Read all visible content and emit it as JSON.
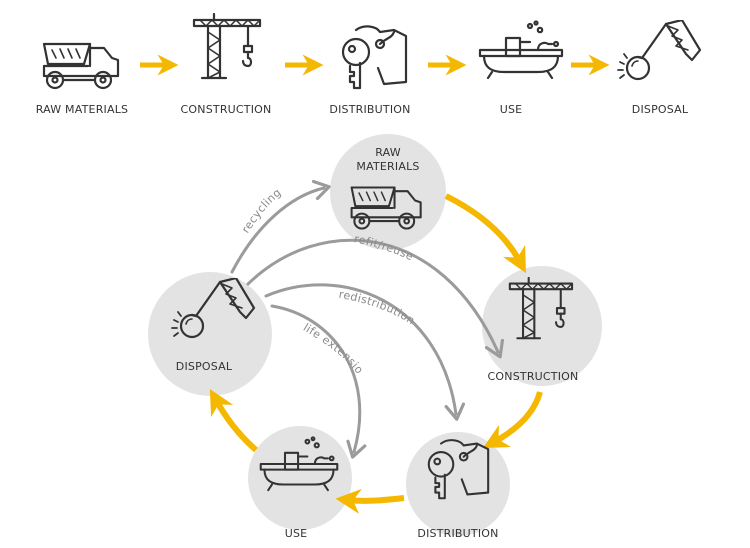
{
  "linear": {
    "stages": [
      "RAW MATERIALS",
      "CONSTRUCTION",
      "DISTRIBUTION",
      "USE",
      "DISPOSAL"
    ]
  },
  "circular": {
    "raw_materials_line1": "RAW",
    "raw_materials_line2": "MATERIALS",
    "construction": "CONSTRUCTION",
    "distribution": "DISTRIBUTION",
    "use": "USE",
    "disposal": "DISPOSAL",
    "loops": {
      "recycling": "recycling",
      "refit_reuse": "refit/reuse",
      "redistribution": "redistribution",
      "life_extension": "life extension"
    }
  },
  "colors": {
    "arrow_yellow": "#f5b800",
    "loop_grey": "#9b9b9b",
    "circle_fill": "#e3e3e3",
    "icon_stroke": "#333333"
  }
}
